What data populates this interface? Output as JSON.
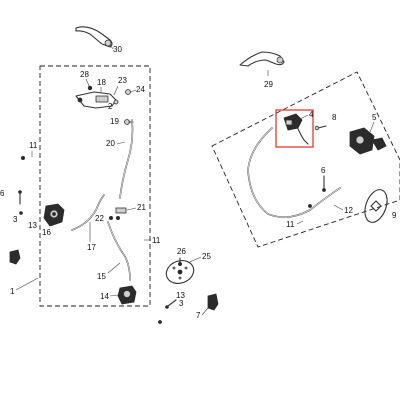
{
  "labels": {
    "l1": "1",
    "l2": "2",
    "l3": "3",
    "l4": "4",
    "l5": "5",
    "l6": "6",
    "l7": "7",
    "l8": "8",
    "l9": "9",
    "l11": "11",
    "l12": "12",
    "l13": "13",
    "l14": "14",
    "l15": "15",
    "l16": "16",
    "l17": "17",
    "l18": "18",
    "l19": "19",
    "l20": "20",
    "l21": "21",
    "l22": "22",
    "l23": "23",
    "l24": "24",
    "l25": "25",
    "l26": "26",
    "l28": "28",
    "l29": "29",
    "l30": "30"
  },
  "colors": {
    "highlight": "#e53935",
    "line": "#333333"
  }
}
